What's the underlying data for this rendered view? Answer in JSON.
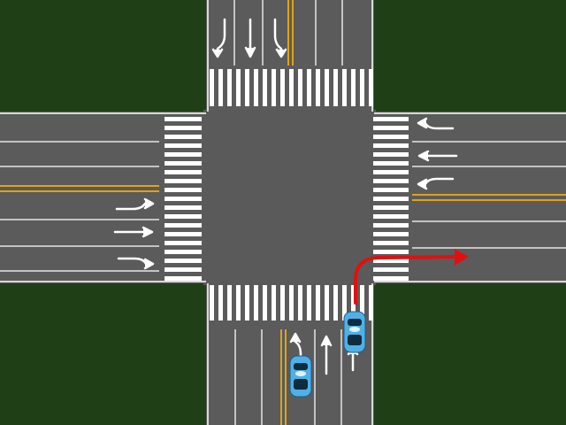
{
  "scene": {
    "description_type": "traffic-intersection-top-down",
    "colors": {
      "grass": "#1f4016",
      "asphalt": "#5b5b5b",
      "lane_line": "#e6e6e6",
      "center_line": "#e0a21a",
      "crosswalk": "#ffffff",
      "arrow": "#ffffff",
      "car_body": "#4fb0e8",
      "route_arrow": "#e01010"
    },
    "lane_arrows": {
      "north_approach": [
        "left-turn",
        "straight",
        "right-turn"
      ],
      "west_approach": [
        "left-turn",
        "straight",
        "right-turn"
      ],
      "east_approach": [
        "right-turn",
        "straight",
        "left-turn"
      ],
      "south_approach": [
        "left-turn",
        "straight",
        "straight"
      ]
    },
    "vehicles": [
      {
        "id": "ego-car",
        "lane": "south-rightmost",
        "maneuver": "right-turn-highlighted"
      },
      {
        "id": "other-car",
        "lane": "south-left",
        "maneuver": "none"
      }
    ],
    "route_indicator": {
      "maneuver": "right-turn",
      "from": "south",
      "to": "east"
    }
  }
}
